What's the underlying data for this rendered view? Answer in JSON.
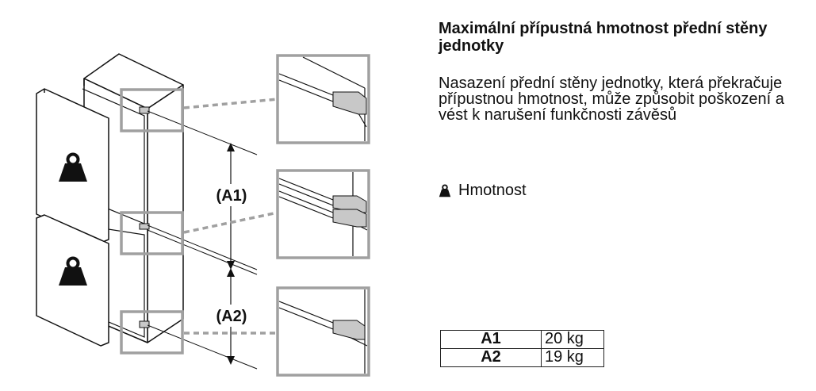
{
  "info": {
    "title": "Maximální přípustná hmotnost přední stěny jednotky",
    "description": "Nasazení přední stěny jednotky, která překračuje přípustnou hmotnost, může způsobit poškození a vést k narušení funkčnosti závěsů",
    "legend": {
      "icon": "weight-icon",
      "label": "Hmotnost"
    }
  },
  "dimensions": {
    "a1_label": "(A1)",
    "a2_label": "(A2)"
  },
  "weights_table": [
    {
      "key": "A1",
      "value": "20 kg"
    },
    {
      "key": "A2",
      "value": "19 kg"
    }
  ],
  "colors": {
    "line": "#111111",
    "callout_frame": "#a0a0a0",
    "hinge": "#c8c8c8"
  }
}
